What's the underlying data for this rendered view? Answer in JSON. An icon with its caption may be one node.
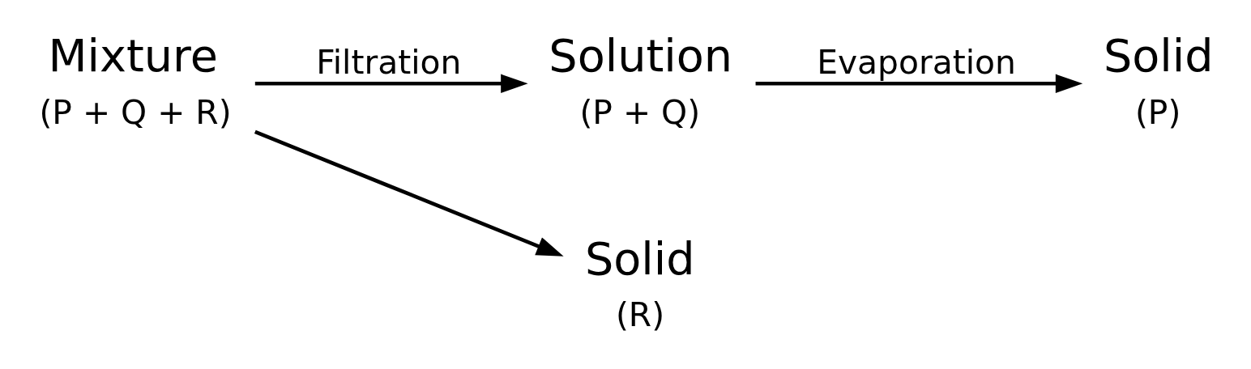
{
  "diagram": {
    "nodes": [
      {
        "text": [
          "Mixture",
          "(P + Q + R)"
        ]
      },
      {
        "text": [
          "Solution",
          "(P + Q)"
        ]
      },
      {
        "text": [
          "Solid",
          "(R)"
        ]
      },
      {
        "text": [
          "Solid",
          "(P)"
        ]
      }
    ],
    "edges": [
      {
        "from": 0,
        "to": 1,
        "arrow": "to",
        "label": "Filtration"
      },
      {
        "from": 0,
        "to": 2,
        "arrow": "to"
      },
      {
        "from": 1,
        "to": 3,
        "arrow": "to",
        "label": "Evaporation"
      }
    ]
  }
}
